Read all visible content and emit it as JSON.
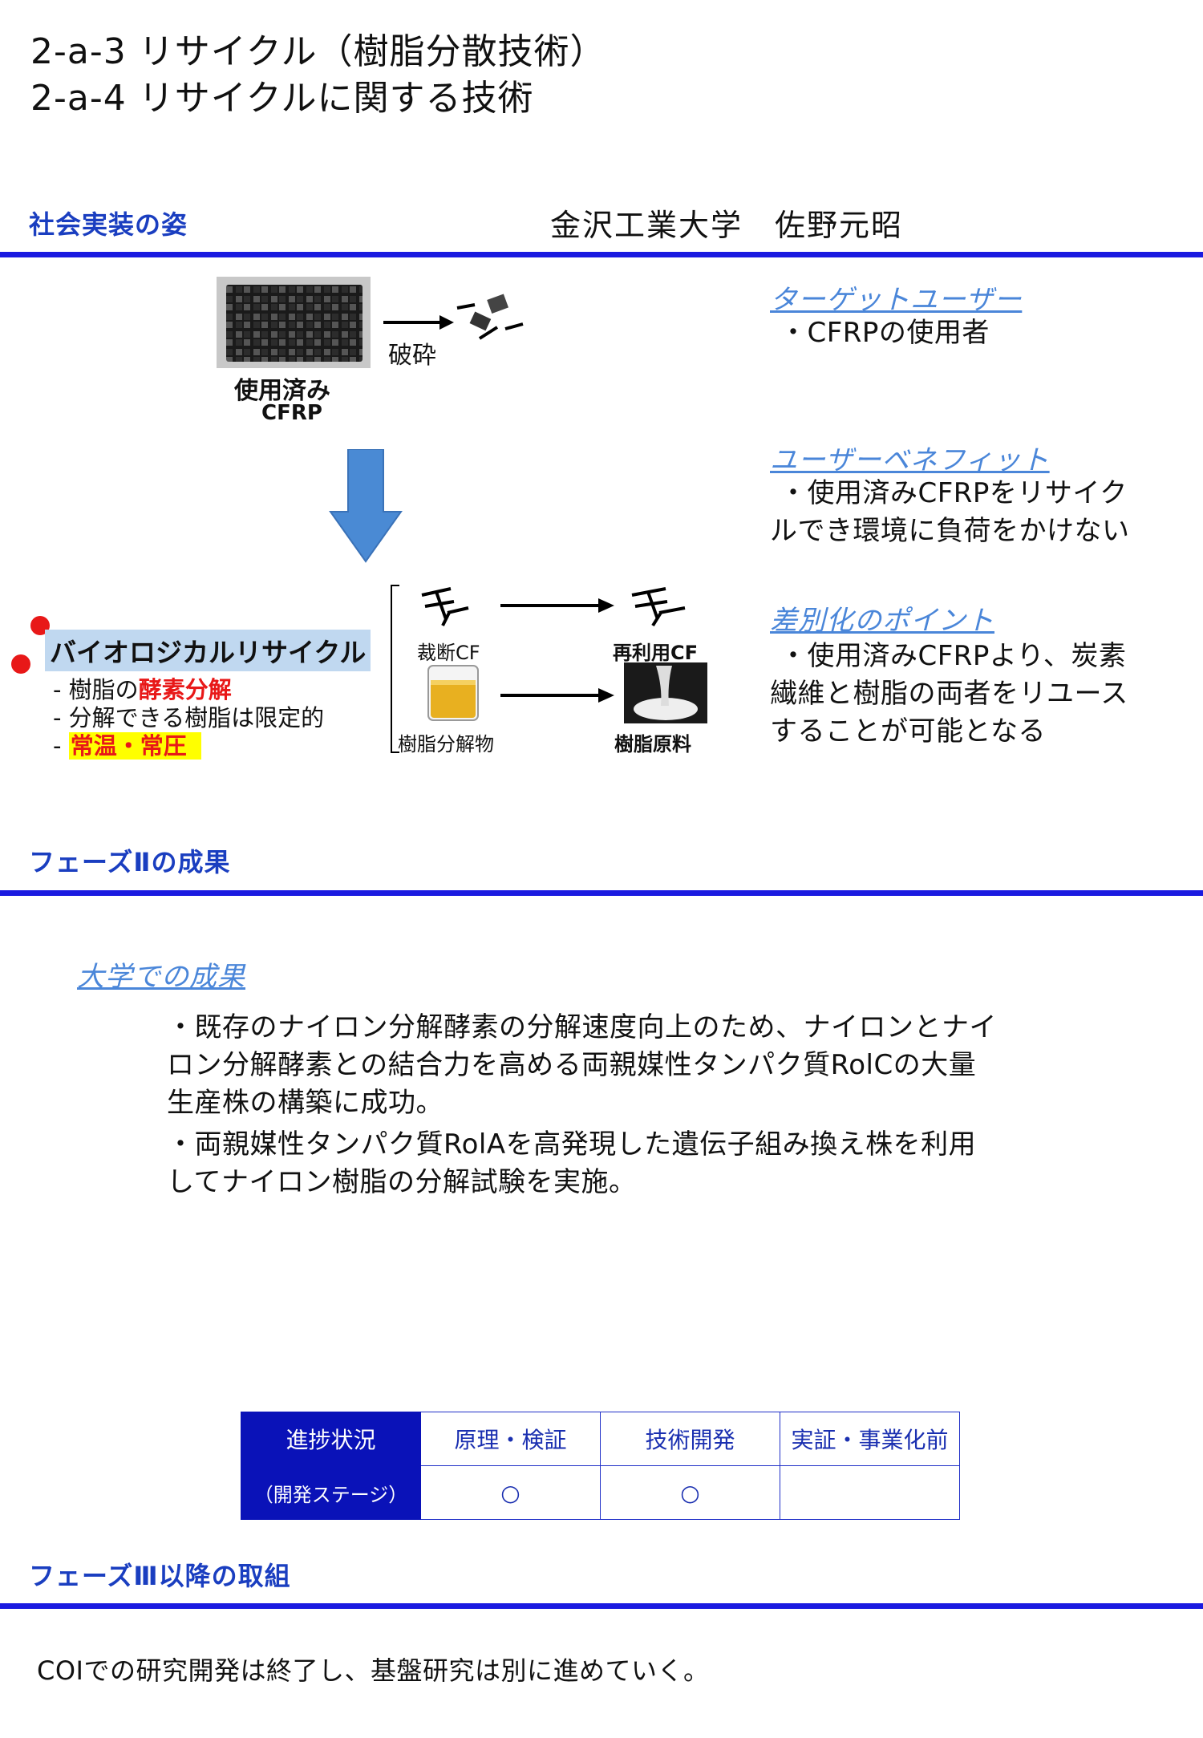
{
  "header": {
    "title_line1": "2-a-3 リサイクル（樹脂分散技術）",
    "title_line2": "2-a-4 リサイクルに関する技術"
  },
  "social": {
    "heading": "社会実装の姿",
    "affiliation": "金沢工業大学　佐野元昭"
  },
  "diagram": {
    "used_label_1": "使用済み",
    "used_label_2": "CFRP",
    "crush_label": "破砕",
    "bio_recycle": "バイオロジカルリサイクル",
    "bullets": [
      "- 樹脂の",
      "- 分解できる樹脂は限定的",
      "- "
    ],
    "enzyme_text": "酵素分解",
    "room_temp_text": "常温・常圧",
    "cut_cf": "裁断CF",
    "resin_decomp": "樹脂分解物",
    "reuse_cf": "再利用CF",
    "resin_raw": "樹脂原料"
  },
  "right_panel": {
    "target_head": "ターゲットユーザー",
    "target_text": "・CFRPの使用者",
    "benefit_head": "ユーザーベネフィット",
    "benefit_line1": "・使用済みCFRPをリサイク",
    "benefit_line2": "ルでき環境に負荷をかけない",
    "diff_head": "差別化のポイント",
    "diff_line1": "・使用済みCFRPより、炭素",
    "diff_line2": "繊維と樹脂の両者をリユース",
    "diff_line3": "することが可能となる"
  },
  "phase2": {
    "heading": "フェーズⅡの成果",
    "univ_head": "大学での成果",
    "para1_line1": "・既存のナイロン分解酵素の分解速度向上のため、ナイロンとナイ",
    "para1_line2": "ロン分解酵素との結合力を高める両親媒性タンパク質RolCの大量",
    "para1_line3": "生産株の構築に成功。",
    "para2_line1": "・両親媒性タンパク質RolAを高発現した遺伝子組み換え株を利用",
    "para2_line2": "してナイロン樹脂の分解試験を実施。"
  },
  "progress": {
    "label": "進捗状況",
    "sublabel": "（開発ステージ）",
    "stages": [
      "原理・検証",
      "技術開発",
      "実証・事業化前"
    ],
    "marks": [
      "○",
      "○",
      ""
    ]
  },
  "phase3": {
    "heading": "フェーズⅢ以降の取組",
    "text": "COIでの研究開発は終了し、基盤研究は別に進めていく。"
  },
  "colors": {
    "heading_blue": "#1a3ec0",
    "rule_blue": "#1a1ae0",
    "link_blue": "#4a86d9",
    "arrow_blue": "#4a8ad4",
    "red": "#e81818",
    "yellow": "#ffff00",
    "table_blue": "#0a12b8"
  }
}
